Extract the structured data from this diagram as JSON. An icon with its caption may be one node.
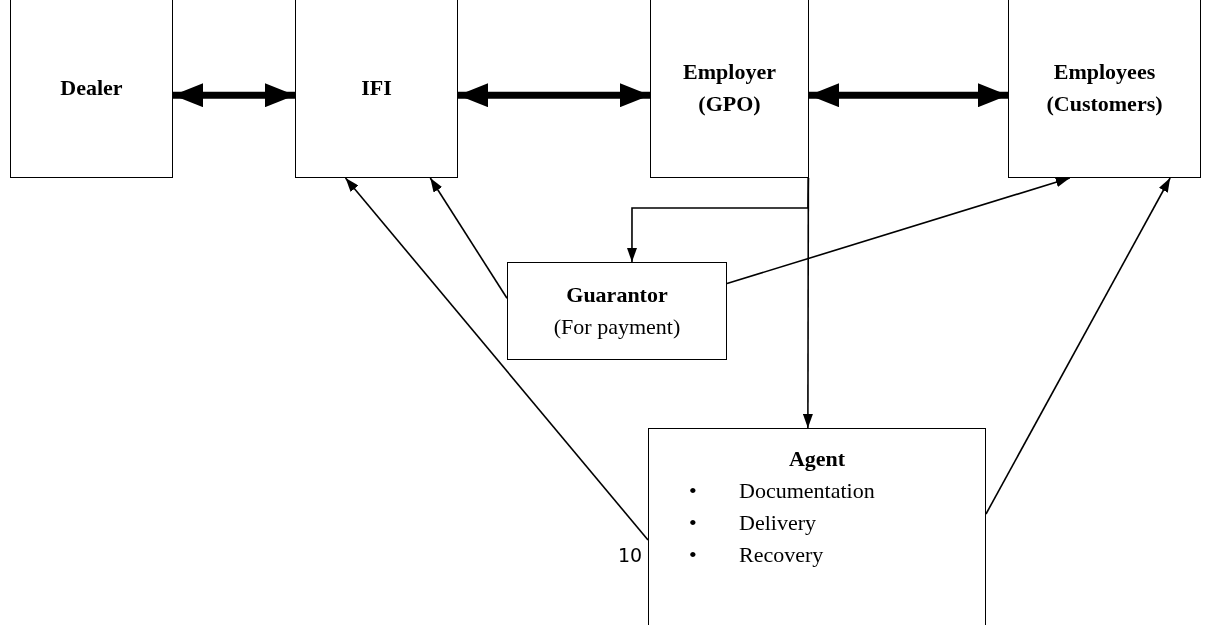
{
  "diagram": {
    "nodes": [
      {
        "text": [
          "Dealer"
        ]
      },
      {
        "text": [
          "IFI"
        ]
      },
      {
        "text": [
          "Employer (GPO)"
        ]
      },
      {
        "text": [
          "Employees (Customers)"
        ]
      },
      {
        "text": [
          "Guarantor",
          "(For payment)"
        ]
      },
      {
        "text": [
          "Agent",
          "•",
          "Documentation",
          "•",
          "Delivery",
          "•",
          "Recovery"
        ]
      }
    ],
    "edges": [
      {
        "from": 0,
        "to": 1,
        "arrow": "both",
        "style": "thick"
      },
      {
        "from": 1,
        "to": 2,
        "arrow": "both",
        "style": "thick"
      },
      {
        "from": 2,
        "to": 3,
        "arrow": "both",
        "style": "thick"
      },
      {
        "from": 2,
        "to": 4,
        "arrow": "to"
      },
      {
        "from": 2,
        "to": 5,
        "arrow": "to"
      },
      {
        "from": 4,
        "to": 1,
        "arrow": "to"
      },
      {
        "from": 4,
        "to": 3,
        "arrow": "to"
      },
      {
        "from": 5,
        "to": 1,
        "arrow": "to"
      },
      {
        "from": 5,
        "to": 3,
        "arrow": "to"
      }
    ],
    "labels": [
      "10"
    ]
  }
}
